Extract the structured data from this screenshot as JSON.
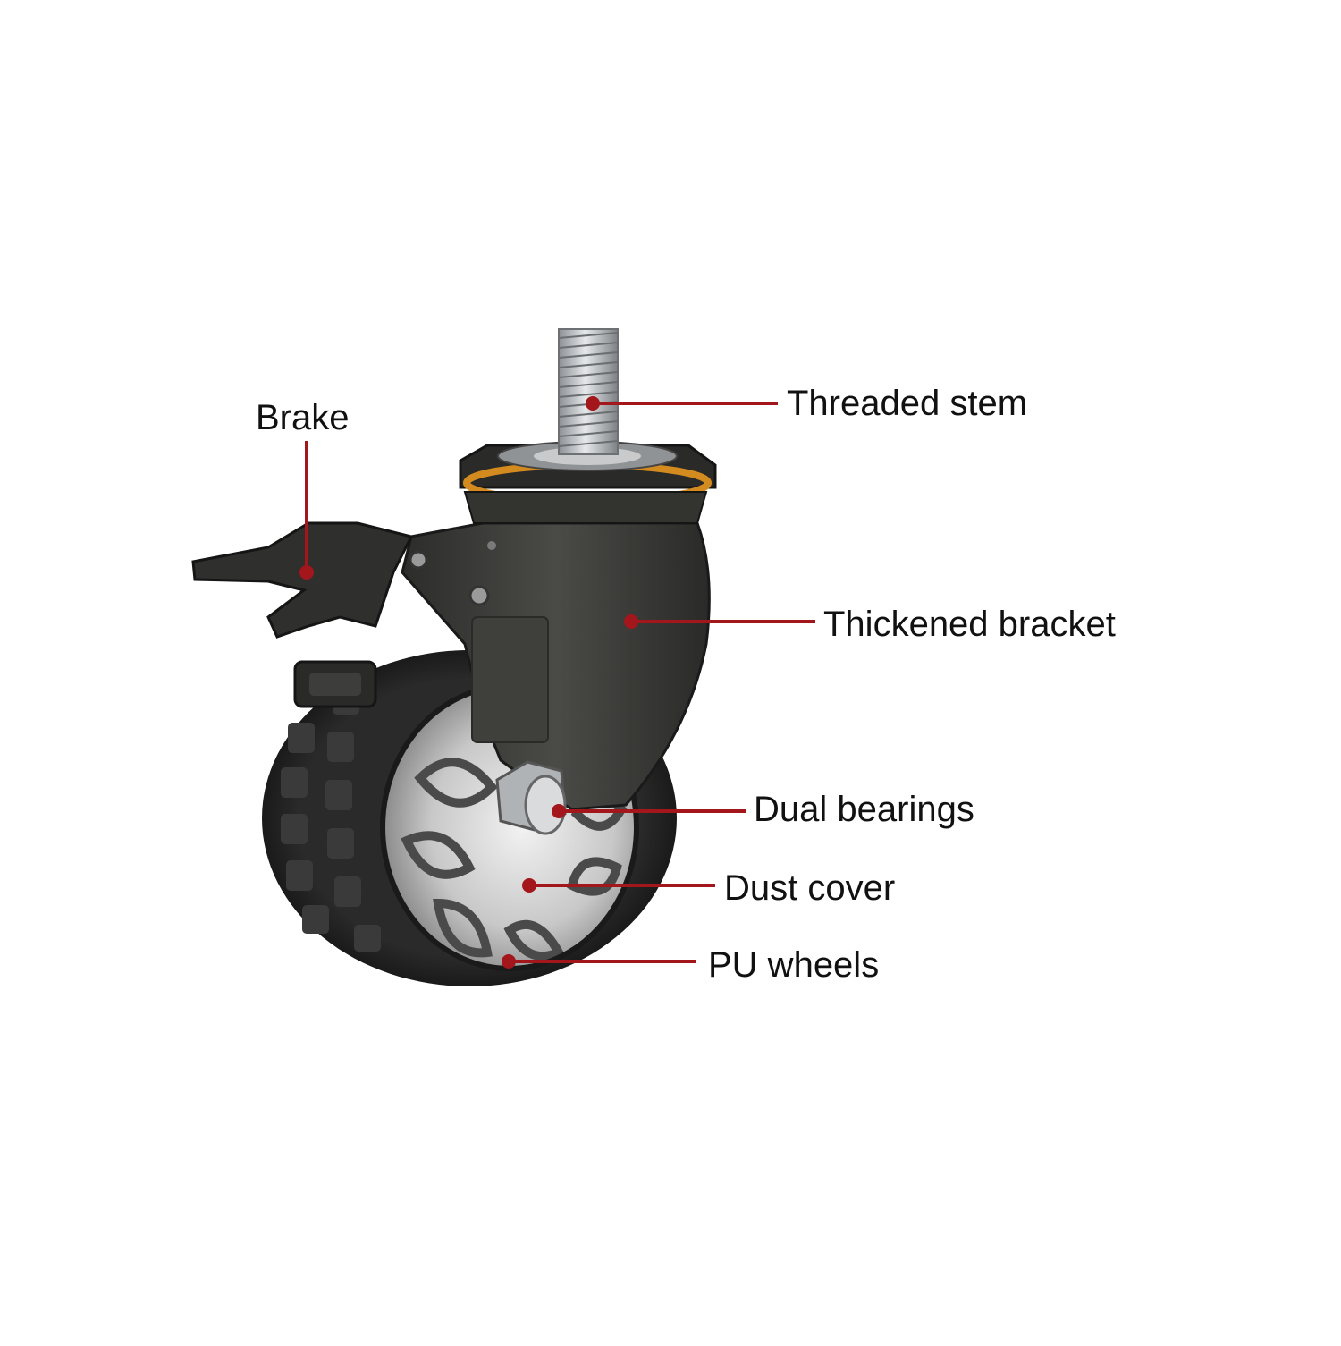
{
  "colors": {
    "leader": "#a3161c",
    "background": "#ffffff",
    "text": "#111111",
    "bracket": "#3a3a38",
    "tire": "#1c1c1c",
    "hub": "#c9c9c9",
    "stem": "#b8bcc0",
    "seal": "#d38a1e"
  },
  "labels": {
    "threaded_stem": "Threaded stem",
    "brake": "Brake",
    "thickened_bracket": "Thickened bracket",
    "dual_bearings": "Dual bearings",
    "dust_cover": "Dust cover",
    "pu_wheels": "PU wheels"
  }
}
